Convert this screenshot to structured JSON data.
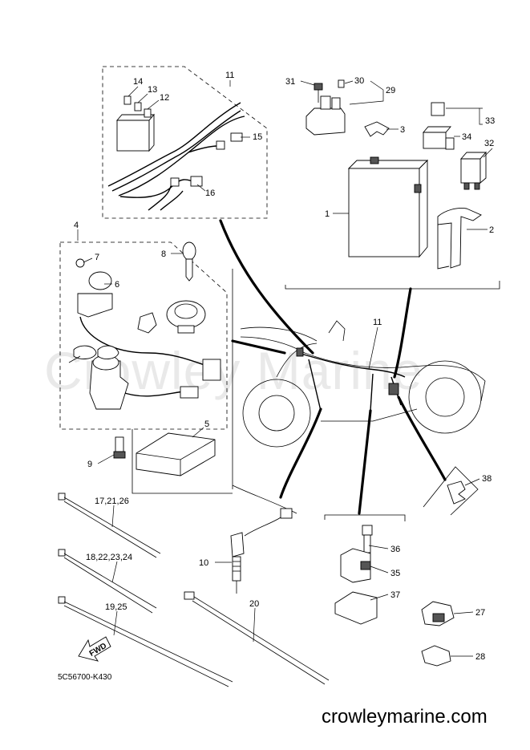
{
  "callouts": {
    "c1": "1",
    "c2": "2",
    "c3": "3",
    "c4": "4",
    "c5": "5",
    "c6": "6",
    "c7": "7",
    "c8": "8",
    "c9": "9",
    "c10": "10",
    "c11a": "11",
    "c11b": "11",
    "c12": "12",
    "c13": "13",
    "c14": "14",
    "c15": "15",
    "c16": "16",
    "c17": "17,21,26",
    "c18": "18,22,23,24",
    "c19": "19,25",
    "c20": "20",
    "c27": "27",
    "c28": "28",
    "c29": "29",
    "c30": "30",
    "c31": "31",
    "c32": "32",
    "c33": "33",
    "c34": "34",
    "c35": "35",
    "c36": "36",
    "c37": "37",
    "c38": "38"
  },
  "fwd_label": "FWD",
  "diagram_code": "5C56700-K430",
  "watermark": "Crowley Marine",
  "site": "crowleymarine.com",
  "colors": {
    "ink": "#000000",
    "paper": "#ffffff",
    "watermark": "#d0d0d0"
  }
}
